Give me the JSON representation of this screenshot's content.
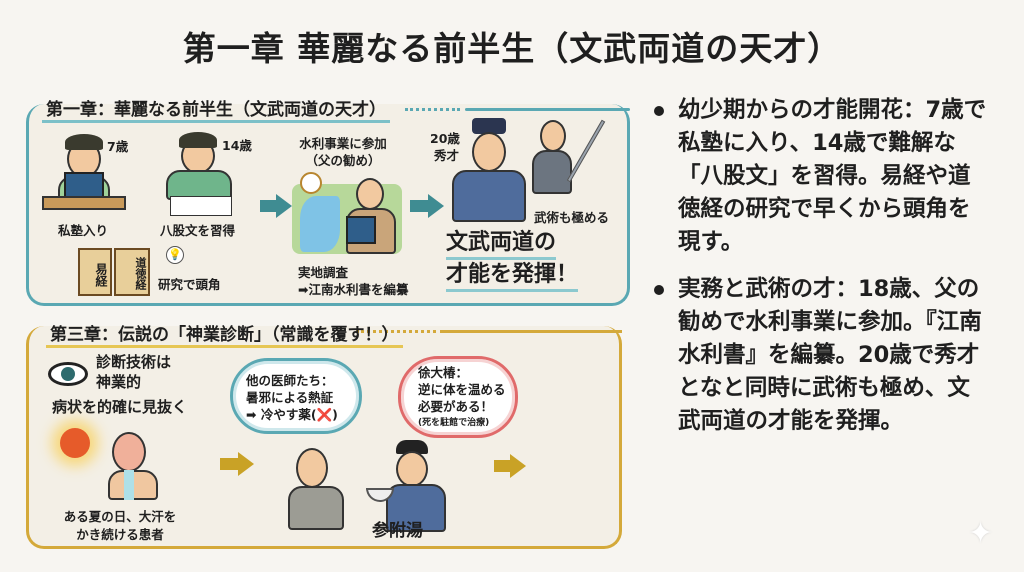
{
  "title": "第一章 華麗なる前半生（文武両道の天才）",
  "panel1": {
    "title": "第一章：華麗なる前半生（文武両道の天才）",
    "age7": "7歳",
    "shijuku": "私塾入り",
    "age14": "14歳",
    "hakkobun": "八股文を習得",
    "scroll1": "易経",
    "scroll2": "道徳経",
    "research": "研究で頭角",
    "suiri": "水利事業に参加",
    "suiri_sub": "（父の勧め）",
    "survey": "実地調査",
    "compile": "➡江南水利書を編纂",
    "age20": "20歳",
    "shusai": "秀才",
    "bujutsu": "武術も極める",
    "slogan1": "文武両道の",
    "slogan2": "才能を発揮！"
  },
  "panel2": {
    "title": "第三章：伝説の「神業診断」（常識を覆す！）",
    "diag1": "診断技術は",
    "diag2": "神業的",
    "diag3": "病状を的確に見抜く",
    "patient1": "ある夏の日、大汗を",
    "patient2": "かき続ける患者",
    "others1": "他の医師たち：",
    "others2": "暑邪による熱証",
    "others3": "➡ 冷やす薬(❌)",
    "xu1": "徐大椿：",
    "xu2": "逆に体を温める",
    "xu3": "必要がある！",
    "xu4": "(死を駐館で治療)",
    "medicine": "参附湯"
  },
  "bullets": [
    "幼少期からの才能開花：7歳で私塾に入り、14歳で難解な「八股文」を習得。易経や道徳経の研究で早くから頭角を現す。",
    "実務と武術の才：18歳、父の勧めで水利事業に参加。『江南水利書』を編纂。20歳で秀才となと同時に武術も極め、文武両道の才能を発揮。"
  ],
  "colors": {
    "teal": "#5aa8b3",
    "gold": "#d4a93a",
    "bg": "#f7f5f1"
  }
}
